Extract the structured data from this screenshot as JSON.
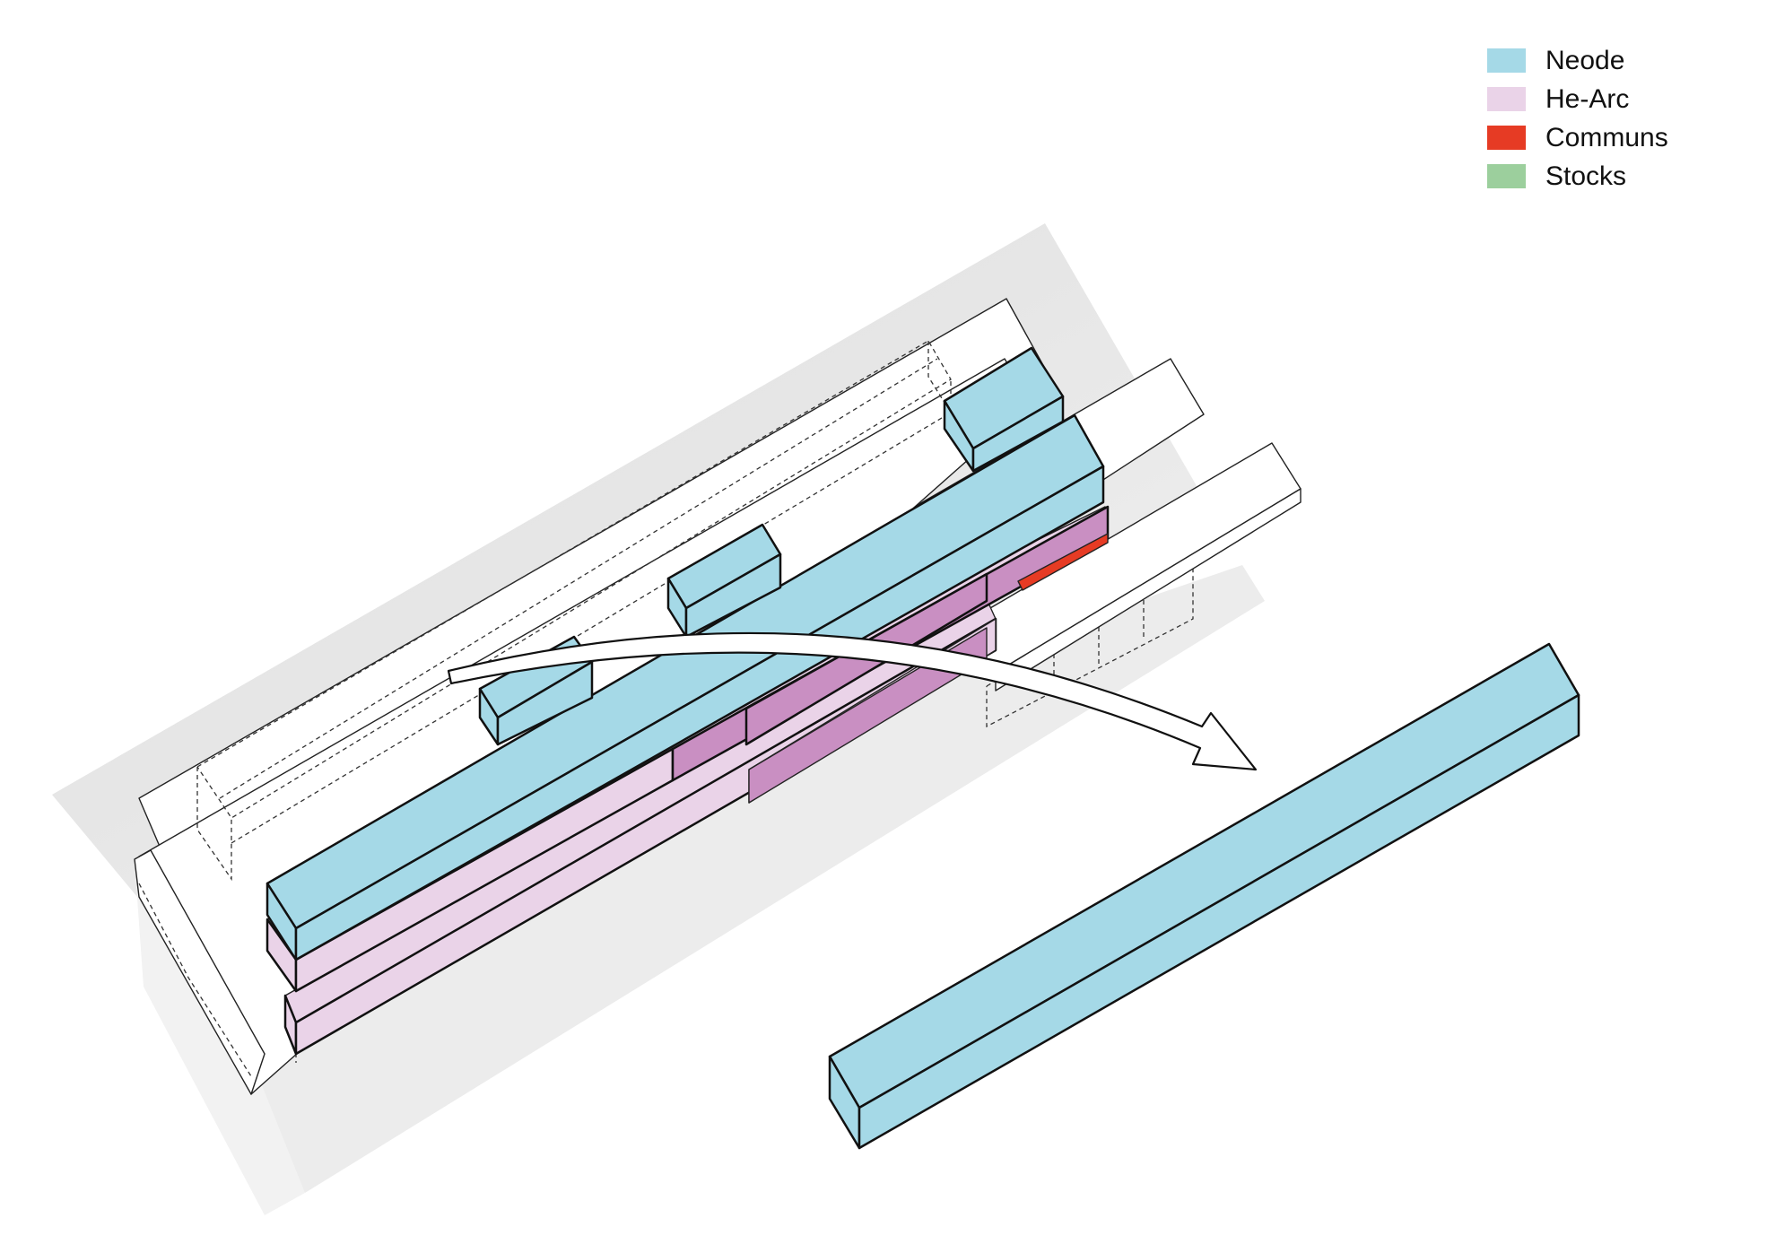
{
  "legend": {
    "items": [
      {
        "label": "Neode",
        "color": "#a5d9e7"
      },
      {
        "label": "He-Arc",
        "color": "#ead3e8"
      },
      {
        "label": "Communs",
        "color": "#e63b24"
      },
      {
        "label": "Stocks",
        "color": "#9ccf9d"
      }
    ]
  },
  "colors": {
    "neode": "#a5d9e7",
    "he_arc": "#ead3e8",
    "he_arc_dark": "#c98fc2",
    "communs": "#e63b24",
    "site_shadow": "#e1e1e1"
  }
}
